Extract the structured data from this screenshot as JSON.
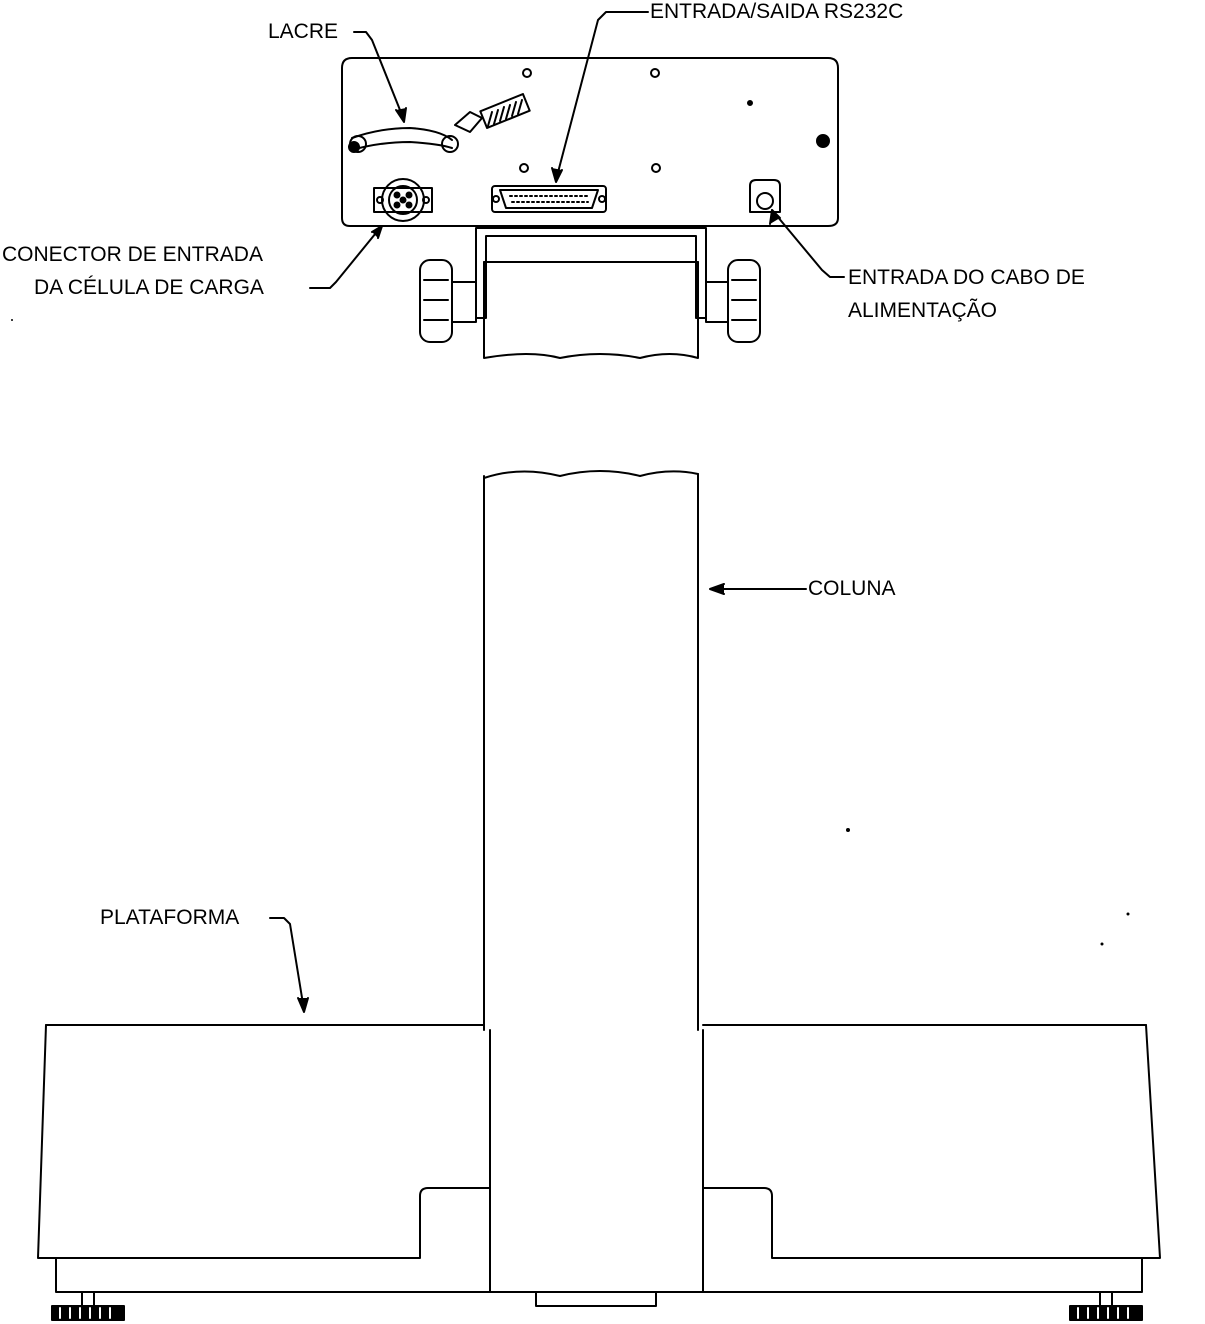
{
  "labels": {
    "lacre": "LACRE",
    "entrada_saida": "ENTRADA/SAIDA RS232C",
    "conector_l1": "CONECTOR DE ENTRADA",
    "conector_l2": "DA CÉLULA DE CARGA",
    "cabo_l1": "ENTRADA DO CABO DE",
    "cabo_l2": "ALIMENTAÇÃO",
    "coluna": "COLUNA",
    "plataforma": "PLATAFORMA"
  },
  "colors": {
    "line": "#000000",
    "background": "#ffffff"
  }
}
